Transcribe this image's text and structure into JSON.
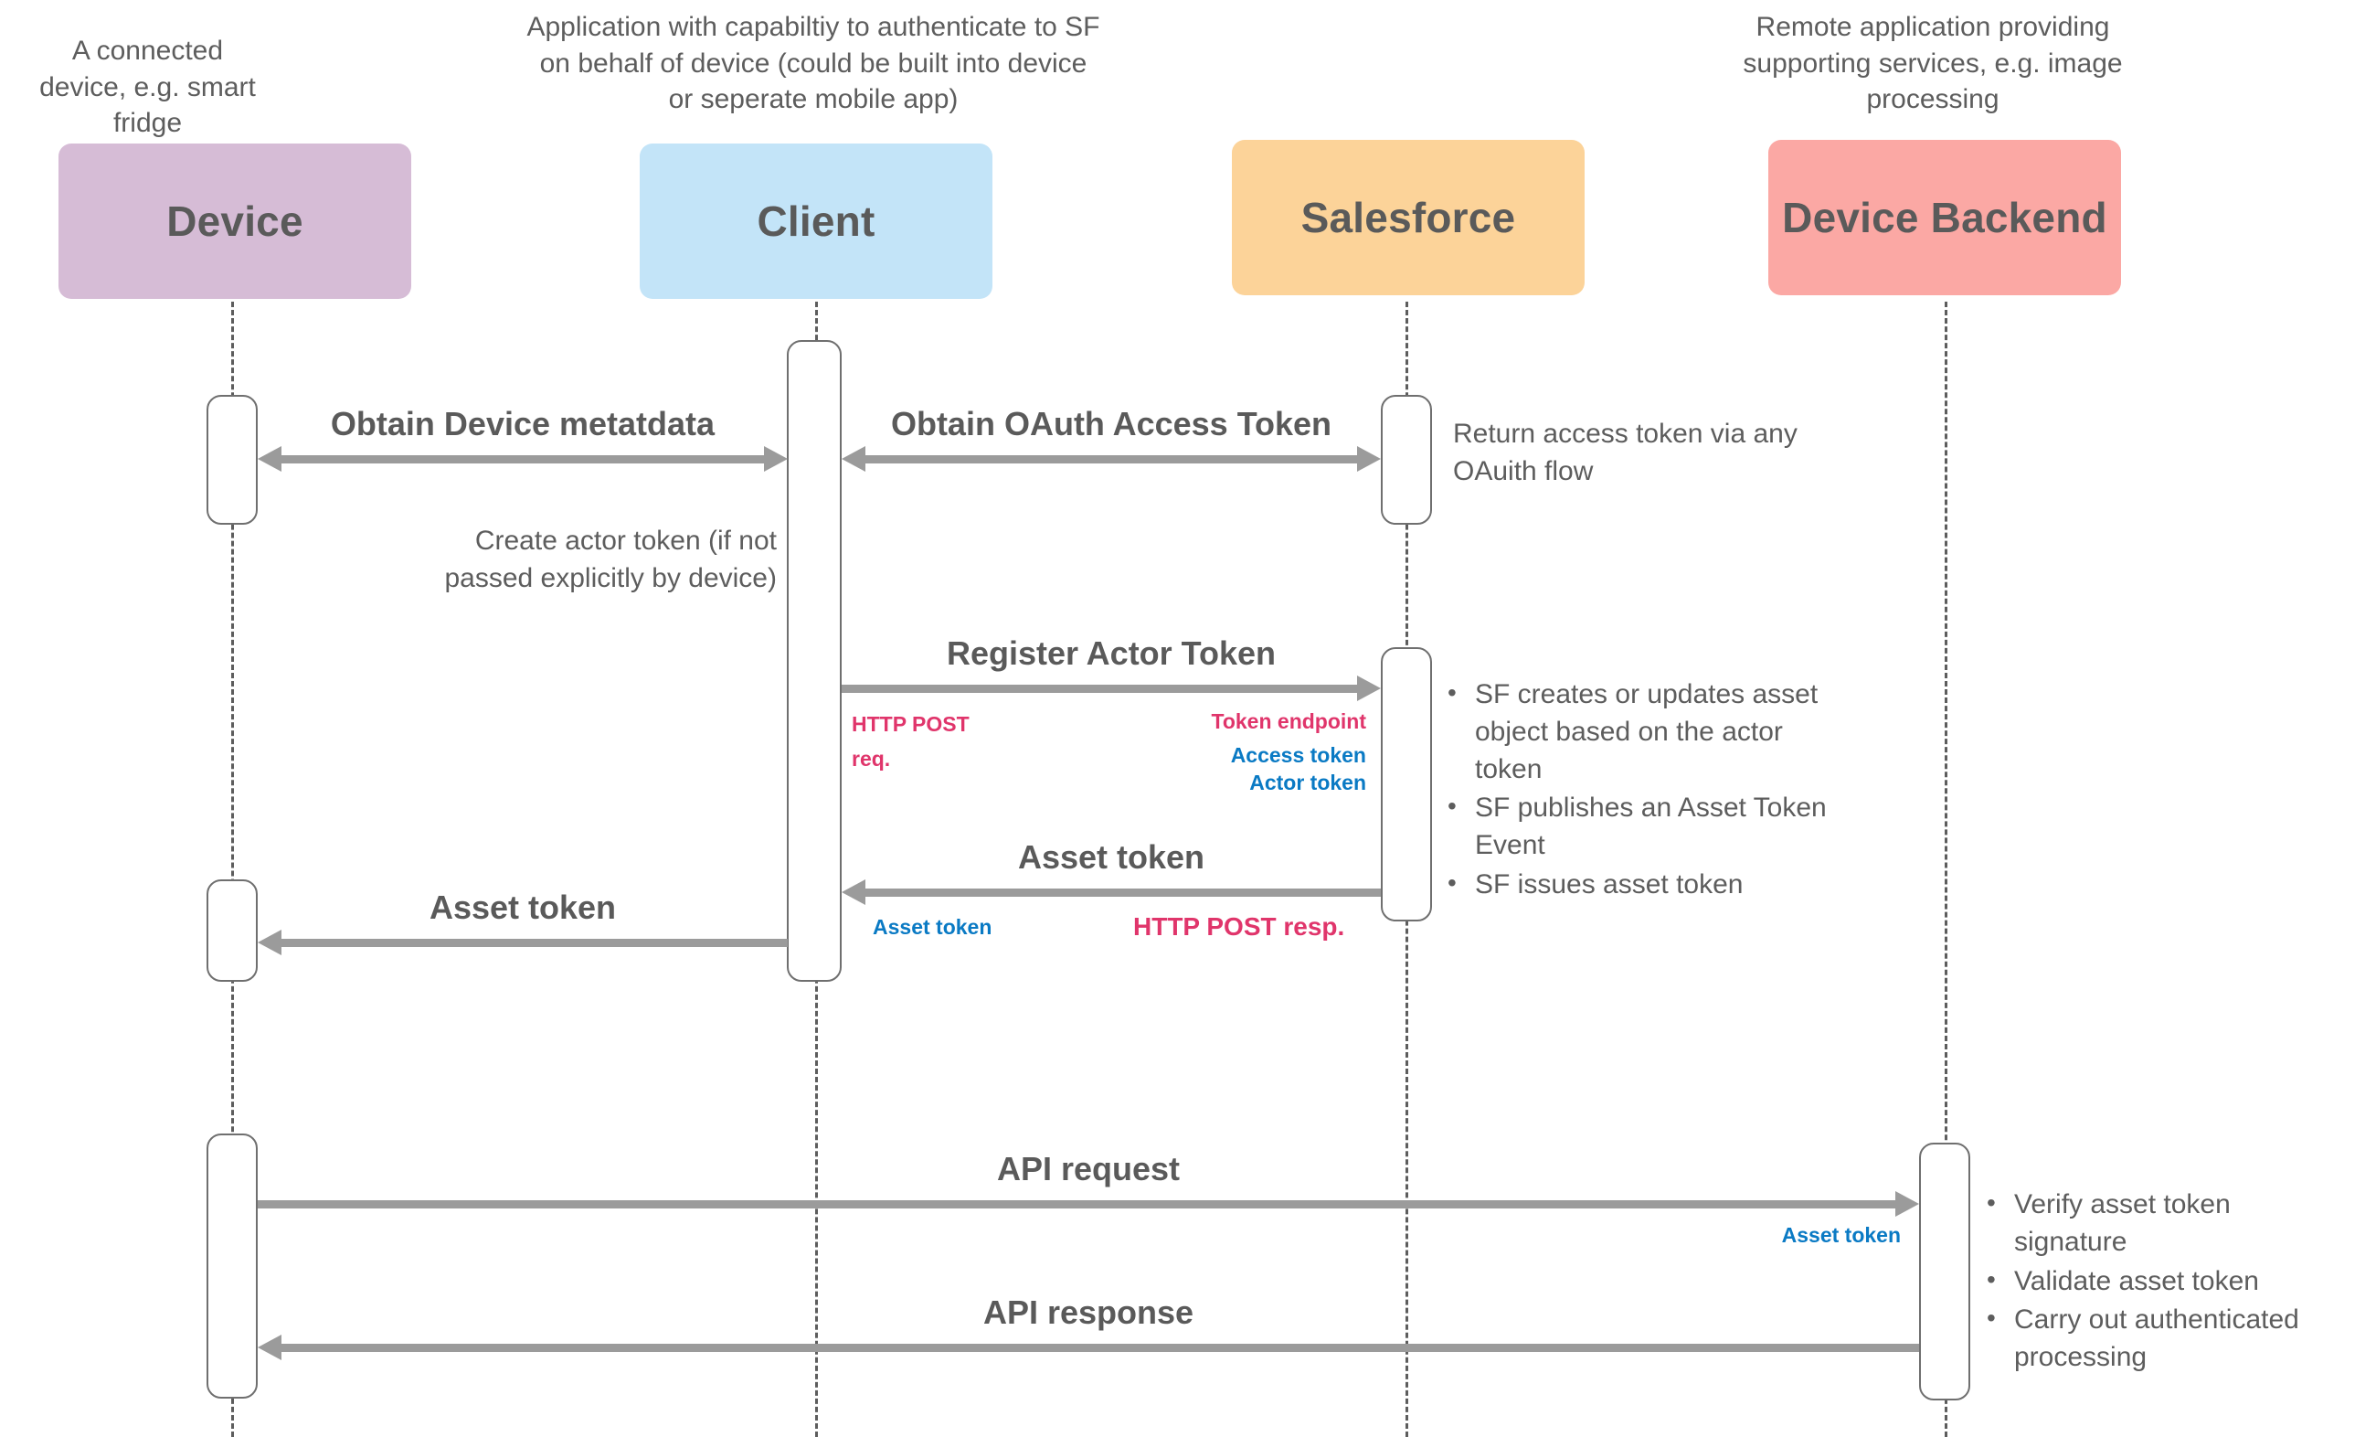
{
  "diagram": {
    "type": "sequence-diagram",
    "title": "Salesforce Asset Token / Device Authentication Flow",
    "background": "#ffffff"
  },
  "participants": [
    {
      "id": "device",
      "name": "Device",
      "description": "A connected device, e.g. smart fridge",
      "color": "#d6bcd6",
      "text_color": "#5a5a5a"
    },
    {
      "id": "client",
      "name": "Client",
      "description": "Application with capabiltiy to authenticate to SF on behalf of device (could be built into device or seperate mobile app)",
      "color": "#c3e4f8",
      "text_color": "#5a5a5a"
    },
    {
      "id": "salesforce",
      "name": "Salesforce",
      "description": "",
      "color": "#fcd399",
      "text_color": "#5a5a5a"
    },
    {
      "id": "backend",
      "name": "Device Backend",
      "description": "Remote application providing supporting services, e.g. image processing",
      "color": "#fba8a4",
      "text_color": "#5a5a5a"
    }
  ],
  "messages": [
    {
      "id": "m1",
      "label": "Obtain Device metatdata",
      "from": "device",
      "to": "client",
      "direction": "both"
    },
    {
      "id": "m2",
      "label": "Obtain OAuth Access Token",
      "from": "client",
      "to": "salesforce",
      "direction": "both"
    },
    {
      "id": "m3",
      "label": "Register Actor Token",
      "from": "client",
      "to": "salesforce",
      "direction": "right"
    },
    {
      "id": "m4",
      "label": "Asset token",
      "from": "salesforce",
      "to": "client",
      "direction": "left"
    },
    {
      "id": "m5",
      "label": "Asset token",
      "from": "client",
      "to": "device",
      "direction": "left"
    },
    {
      "id": "m6",
      "label": "API request",
      "from": "device",
      "to": "backend",
      "direction": "right"
    },
    {
      "id": "m7",
      "label": "API response",
      "from": "backend",
      "to": "device",
      "direction": "left"
    }
  ],
  "annotations": {
    "http_post_req": "HTTP POST\nreq.",
    "http_post_req_line1": "HTTP POST",
    "http_post_req_line2": "req.",
    "token_endpoint": "Token endpoint",
    "access_token": "Access token",
    "actor_token": "Actor token",
    "asset_token_blue": "Asset token",
    "http_post_resp": "HTTP POST resp.",
    "asset_token_api": "Asset token",
    "colors": {
      "pink": "#e0356b",
      "blue": "#0a7ac4",
      "arrow_gray": "#9b9b9b",
      "text_gray": "#5d5d5d"
    }
  },
  "notes": {
    "return_access_token": "Return access token via any OAuith flow",
    "create_actor_token": "Create actor token (if not passed explicitly by device)"
  },
  "bullet_groups": [
    {
      "id": "salesforce-actions",
      "items": [
        " SF creates or updates asset object based on the actor token",
        " SF publishes an Asset Token Event",
        " SF issues asset token"
      ]
    },
    {
      "id": "backend-actions",
      "items": [
        " Verify asset token signature",
        " Validate asset token",
        " Carry out authenticated processing"
      ]
    }
  ]
}
